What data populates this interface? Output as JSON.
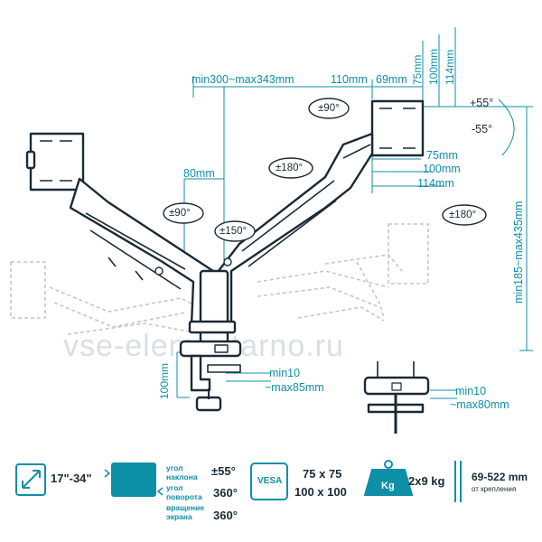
{
  "dims": {
    "reach": "min300~max343mm",
    "w110": "110mm",
    "w69": "69mm",
    "h75": "75mm",
    "h100": "100mm",
    "h114": "114mm",
    "tilt_pos": "+55°",
    "tilt_neg": "-55°",
    "rot90_top": "±90°",
    "rot180_arm": "±180°",
    "rot180_right": "±180°",
    "rot90_left": "±90°",
    "rot150": "±150°",
    "d80": "80mm",
    "b75": "75mm",
    "b100": "100mm",
    "b114": "114mm",
    "height_range": "min185~max435mm",
    "clamp_h": "100mm",
    "clamp_range1": "min10",
    "clamp_range2": "~max85mm",
    "grommet_range1": "min10",
    "grommet_range2": "~max80mm"
  },
  "watermark": "vse-elementarno.ru",
  "specs": {
    "screen_size": "17\"-34\"",
    "tilt_label_1": "угол",
    "tilt_label_2": "наклона",
    "tilt_value": "±55°",
    "swivel_label_1": "угол",
    "swivel_label_2": "поворота",
    "swivel_value": "360°",
    "rotate_label_1": "вращение",
    "rotate_label_2": "экрана",
    "rotate_value": "360°",
    "vesa_badge": "VESA",
    "vesa_1": "75 x 75",
    "vesa_2": "100 x 100",
    "weight_badge": "Kg",
    "weight": "2x9 kg",
    "thickness": "69-522 mm",
    "thickness_note": "от крепления"
  },
  "colors": {
    "accent": "#0e8fa8",
    "line": "#1b2a35",
    "ghost": "#c8c8c8"
  }
}
